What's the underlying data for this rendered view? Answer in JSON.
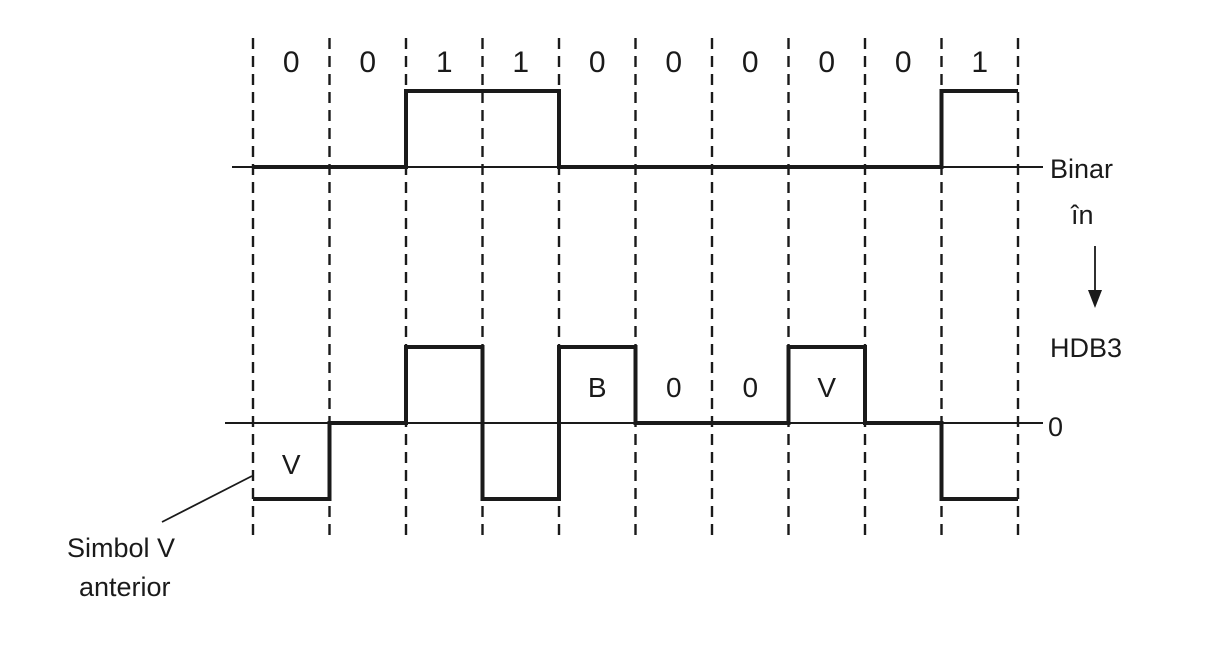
{
  "diagram": {
    "bits": [
      "0",
      "0",
      "1",
      "1",
      "0",
      "0",
      "0",
      "0",
      "0",
      "1"
    ],
    "hdb3_levels": [
      -1,
      0,
      1,
      -1,
      1,
      0,
      0,
      1,
      0,
      -1
    ],
    "hdb3_symbols": [
      {
        "index": 0,
        "text": "V",
        "pos": "below"
      },
      {
        "index": 4,
        "text": "B",
        "pos": "above"
      },
      {
        "index": 5,
        "text": "0",
        "pos": "above"
      },
      {
        "index": 6,
        "text": "0",
        "pos": "above"
      },
      {
        "index": 7,
        "text": "V",
        "pos": "above"
      }
    ],
    "labels": {
      "binary_line1": "Binar",
      "binary_line2": "în",
      "hdb3": "HDB3",
      "zero": "0",
      "prev_v_line1": "Simbol V",
      "prev_v_line2": "anterior"
    }
  }
}
